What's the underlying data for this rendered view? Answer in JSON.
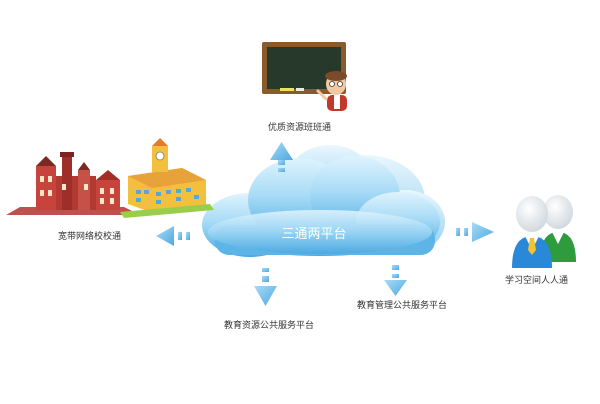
{
  "center": {
    "label": "三通两平台"
  },
  "nodes": {
    "top": {
      "label": "优质资源班班通",
      "icon": "chalkboard-teacher-icon"
    },
    "left": {
      "label": "宽带网络校校通",
      "icon": "school-buildings-icon"
    },
    "right": {
      "label": "学习空间人人通",
      "icon": "people-icon"
    },
    "bottom_left": {
      "label": "教育资源公共服务平台"
    },
    "bottom_right": {
      "label": "教育管理公共服务平台"
    }
  },
  "colors": {
    "cloud_light": "#d7eefb",
    "cloud_main": "#8fd0f3",
    "cloud_dark": "#4aa9e2",
    "arrow": "#72bde8",
    "center_text": "#ffffff"
  }
}
